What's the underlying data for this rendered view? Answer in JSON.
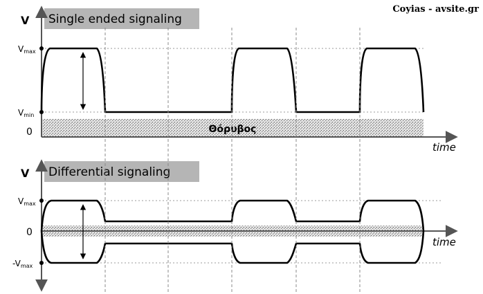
{
  "credit": "Coyias - avsite.gr",
  "top_panel": {
    "title": "Single ended signaling",
    "y_axis_label": "V",
    "level_max": {
      "base": "V",
      "sub": "max"
    },
    "level_min": {
      "base": "V",
      "sub": "min"
    },
    "zero_label": "0",
    "noise_label": "Θόρυβος",
    "x_axis_label": "time"
  },
  "bottom_panel": {
    "title": "Differential signaling",
    "y_axis_label": "V",
    "level_max": {
      "base": "V",
      "sub": "max"
    },
    "level_neg_max": {
      "base": "-V",
      "sub": "max"
    },
    "zero_label": "0",
    "x_axis_label": "time"
  },
  "colors": {
    "title_box": "#b5b5b5",
    "noise_fill": "#d8d8d8",
    "signal": "#000000",
    "axis": "#555555"
  }
}
